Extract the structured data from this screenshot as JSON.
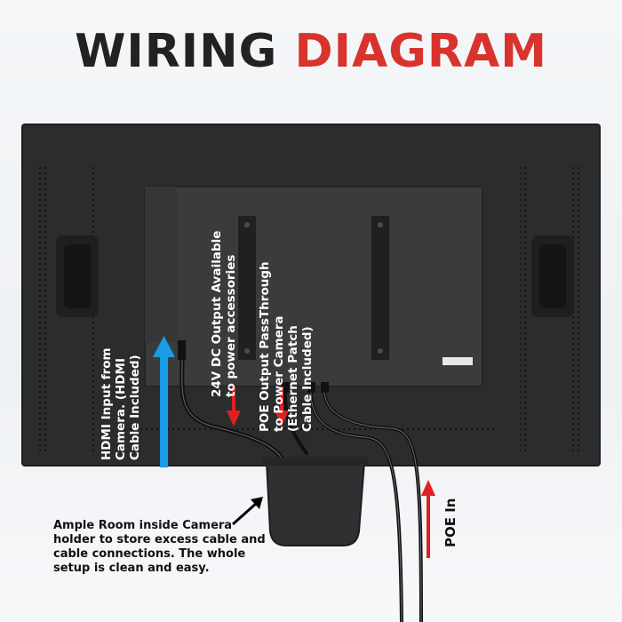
{
  "title": {
    "part1": "WIRING",
    "part2": "DIAGRAM"
  },
  "labels": {
    "hdmi_input": "HDMI Input from\nCamera. (HDMI\nCable Included)",
    "dc_output": "24V DC Output Available\nto power accessories",
    "poe_output": "POE Output PassThrough\nto Power Camera\n(Ethernet Patch\nCable Included)",
    "poe_in": "POE In",
    "camera_holder_note": "Ample Room inside Camera holder to store excess cable and cable connections. The whole setup is clean and easy."
  },
  "colors": {
    "title_dark": "#222222",
    "title_accent": "#d8332c",
    "hdmi_arrow": "#1a9be6",
    "output_arrows": "#e02020",
    "panel": "#2b2c2e",
    "box": "#3a3b3d"
  },
  "icons": [
    "hdmi-arrow-up-icon",
    "dc-arrow-down-icon",
    "poe-arrow-down-icon",
    "poe-in-arrow-up-icon",
    "pointer-arrow-icon"
  ]
}
